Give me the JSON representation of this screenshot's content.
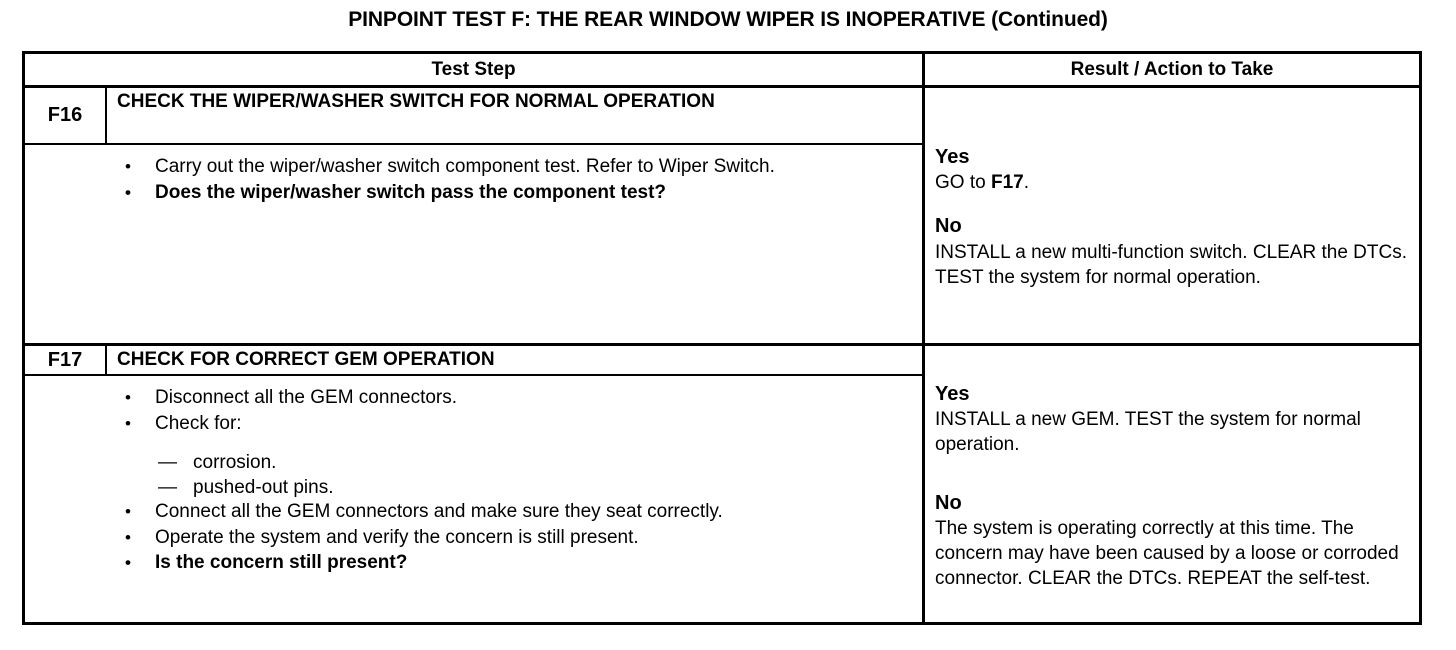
{
  "document": {
    "title": "PINPOINT TEST  F: THE REAR WINDOW WIPER IS INOPERATIVE (Continued)"
  },
  "table": {
    "headers": {
      "step": "Test Step",
      "result": "Result / Action to Take"
    },
    "rows": [
      {
        "id": "F16",
        "title": "CHECK THE WIPER/WASHER SWITCH FOR NORMAL OPERATION",
        "steps": [
          {
            "marker": "•",
            "text": "Carry out the wiper/washer switch component test. Refer to Wiper Switch.",
            "bold": false
          },
          {
            "marker": "•",
            "text": "Does the wiper/washer switch pass the component test?",
            "bold": true
          }
        ],
        "results": [
          {
            "label": "Yes",
            "text_before": "GO to ",
            "text_bold": "F17",
            "text_after": "."
          },
          {
            "label": "No",
            "text_before": "INSTALL a new multi-function switch. CLEAR the DTCs. TEST the system for normal operation.",
            "text_bold": "",
            "text_after": ""
          }
        ]
      },
      {
        "id": "F17",
        "title": "CHECK FOR CORRECT GEM OPERATION",
        "steps": [
          {
            "marker": "•",
            "text": "Disconnect all the GEM connectors.",
            "bold": false
          },
          {
            "marker": "•",
            "text": "Check for:",
            "bold": false
          }
        ],
        "substeps": [
          {
            "marker": "—",
            "text": "corrosion."
          },
          {
            "marker": "—",
            "text": "pushed-out pins."
          }
        ],
        "steps_after": [
          {
            "marker": "•",
            "text": "Connect all the GEM connectors and make sure they seat correctly.",
            "bold": false
          },
          {
            "marker": "•",
            "text": "Operate the system and verify the concern is still present.",
            "bold": false
          },
          {
            "marker": "•",
            "text": "Is the concern still present?",
            "bold": true
          }
        ],
        "results": [
          {
            "label": "Yes",
            "text_before": "INSTALL a new GEM. TEST the system for normal operation.",
            "text_bold": "",
            "text_after": ""
          },
          {
            "label": "No",
            "text_before": "The system is operating correctly at this time. The concern may have been caused by a loose or corroded connector. CLEAR the DTCs. REPEAT the self-test.",
            "text_bold": "",
            "text_after": ""
          }
        ]
      }
    ]
  }
}
